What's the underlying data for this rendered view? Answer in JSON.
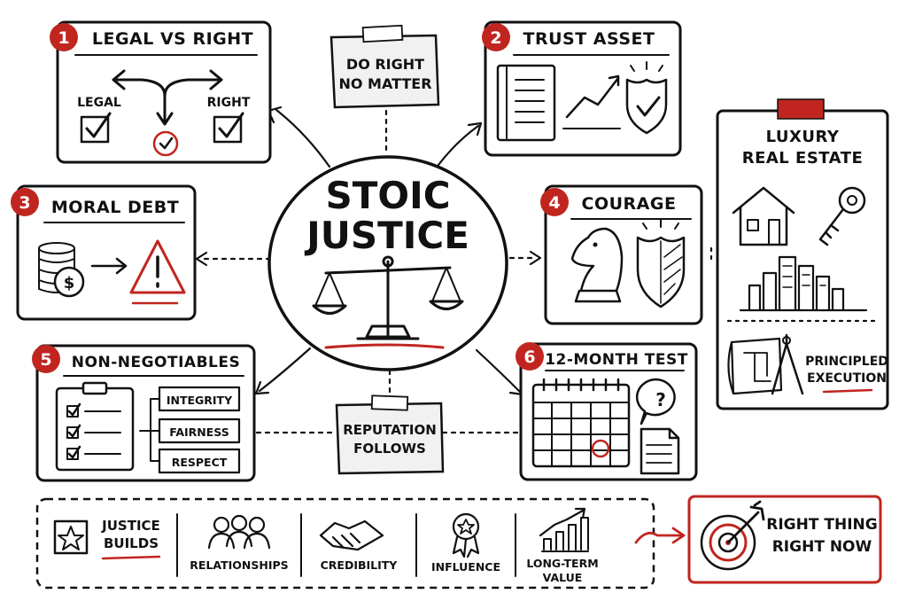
{
  "center": {
    "line1": "STOIC",
    "line2": "JUSTICE"
  },
  "notes": {
    "top": {
      "line1": "DO RIGHT",
      "line2": "NO MATTER"
    },
    "bottom": {
      "line1": "REPUTATION",
      "line2": "FOLLOWS"
    }
  },
  "panels": {
    "p1": {
      "badge": "1",
      "title": "LEGAL VS RIGHT",
      "legal": "LEGAL",
      "right": "RIGHT"
    },
    "p2": {
      "badge": "2",
      "title": "TRUST ASSET"
    },
    "p3": {
      "badge": "3",
      "title": "MORAL DEBT"
    },
    "p4": {
      "badge": "4",
      "title": "COURAGE"
    },
    "p5": {
      "badge": "5",
      "title": "NON-NEGOTIABLES",
      "items": [
        "INTEGRITY",
        "FAIRNESS",
        "RESPECT"
      ]
    },
    "p6": {
      "badge": "6",
      "title": "12-MONTH TEST"
    }
  },
  "side": {
    "title1": "LUXURY",
    "title2": "REAL ESTATE",
    "footer1": "PRINCIPLED",
    "footer2": "EXECUTION"
  },
  "builds": {
    "label1": "JUSTICE",
    "label2": "BUILDS",
    "items": [
      "RELATIONSHIPS",
      "CREDIBILITY",
      "INFLUENCE",
      "LONG-TERM",
      "VALUE"
    ]
  },
  "target": {
    "line1": "RIGHT THING",
    "line2": "RIGHT NOW"
  },
  "colors": {
    "accent": "#c0261f",
    "ink": "#111111",
    "note": "#f1f1f1"
  },
  "icons": [
    "checkbox-icon",
    "fork-arrow-icon",
    "notebook-icon",
    "trend-chart-icon",
    "shield-check-icon",
    "coins-icon",
    "warning-icon",
    "chess-knight-icon",
    "shield-icon",
    "clipboard-checklist-icon",
    "calendar-icon",
    "question-bubble-icon",
    "document-icon",
    "house-icon",
    "key-icon",
    "skyline-icon",
    "blueprint-compass-icon",
    "star-icon",
    "people-icon",
    "handshake-icon",
    "medal-icon",
    "growth-chart-icon",
    "target-icon",
    "scales-icon"
  ]
}
